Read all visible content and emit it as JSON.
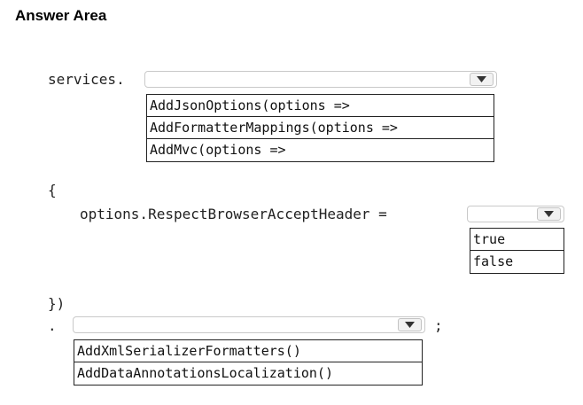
{
  "title": "Answer Area",
  "code": {
    "services_prefix": "services.",
    "open_brace": "{",
    "options_line": "options.RespectBrowserAcceptHeader =",
    "close_brackets": "})",
    "dot": ".",
    "semicolon": ";"
  },
  "dropdown1": {
    "selected": "",
    "options": [
      "AddJsonOptions(options =>",
      "AddFormatterMappings(options =>",
      "AddMvc(options =>"
    ]
  },
  "dropdown2": {
    "selected": "",
    "options": [
      "true",
      "false"
    ]
  },
  "dropdown3": {
    "selected": "",
    "options": [
      "AddXmlSerializerFormatters()",
      "AddDataAnnotationsLocalization()"
    ]
  },
  "icons": {
    "dropdown_arrow": "chevron-down-icon"
  }
}
